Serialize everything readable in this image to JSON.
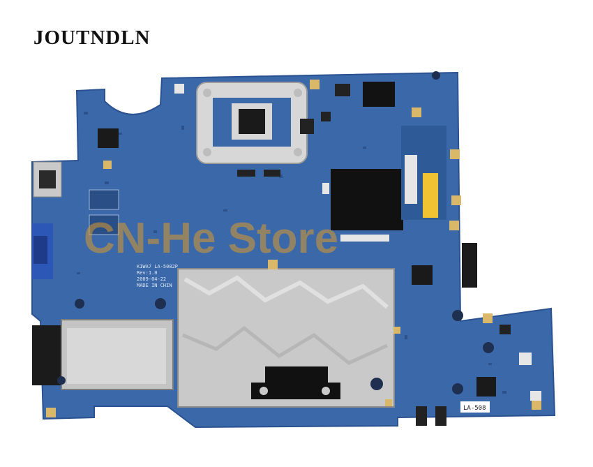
{
  "brand": {
    "text": "JOUTNDLN"
  },
  "watermark": {
    "text": "CN-He Store",
    "colors": [
      "#e0443a",
      "#f2b330",
      "#53b04a",
      "#e0443a"
    ]
  },
  "board_labels": {
    "model": "KIWA7 LA-5082P",
    "rev": "Rev:1.0",
    "date": "2009-04-22",
    "origin": "MADE IN CHIN",
    "sub_board": "LA-508"
  },
  "colors": {
    "pcb": "#3a68a8",
    "pcb_dark": "#2b5290",
    "shield": "#c9c9c9",
    "chip": "#1a1a1a",
    "pad": "#d9b86a"
  }
}
